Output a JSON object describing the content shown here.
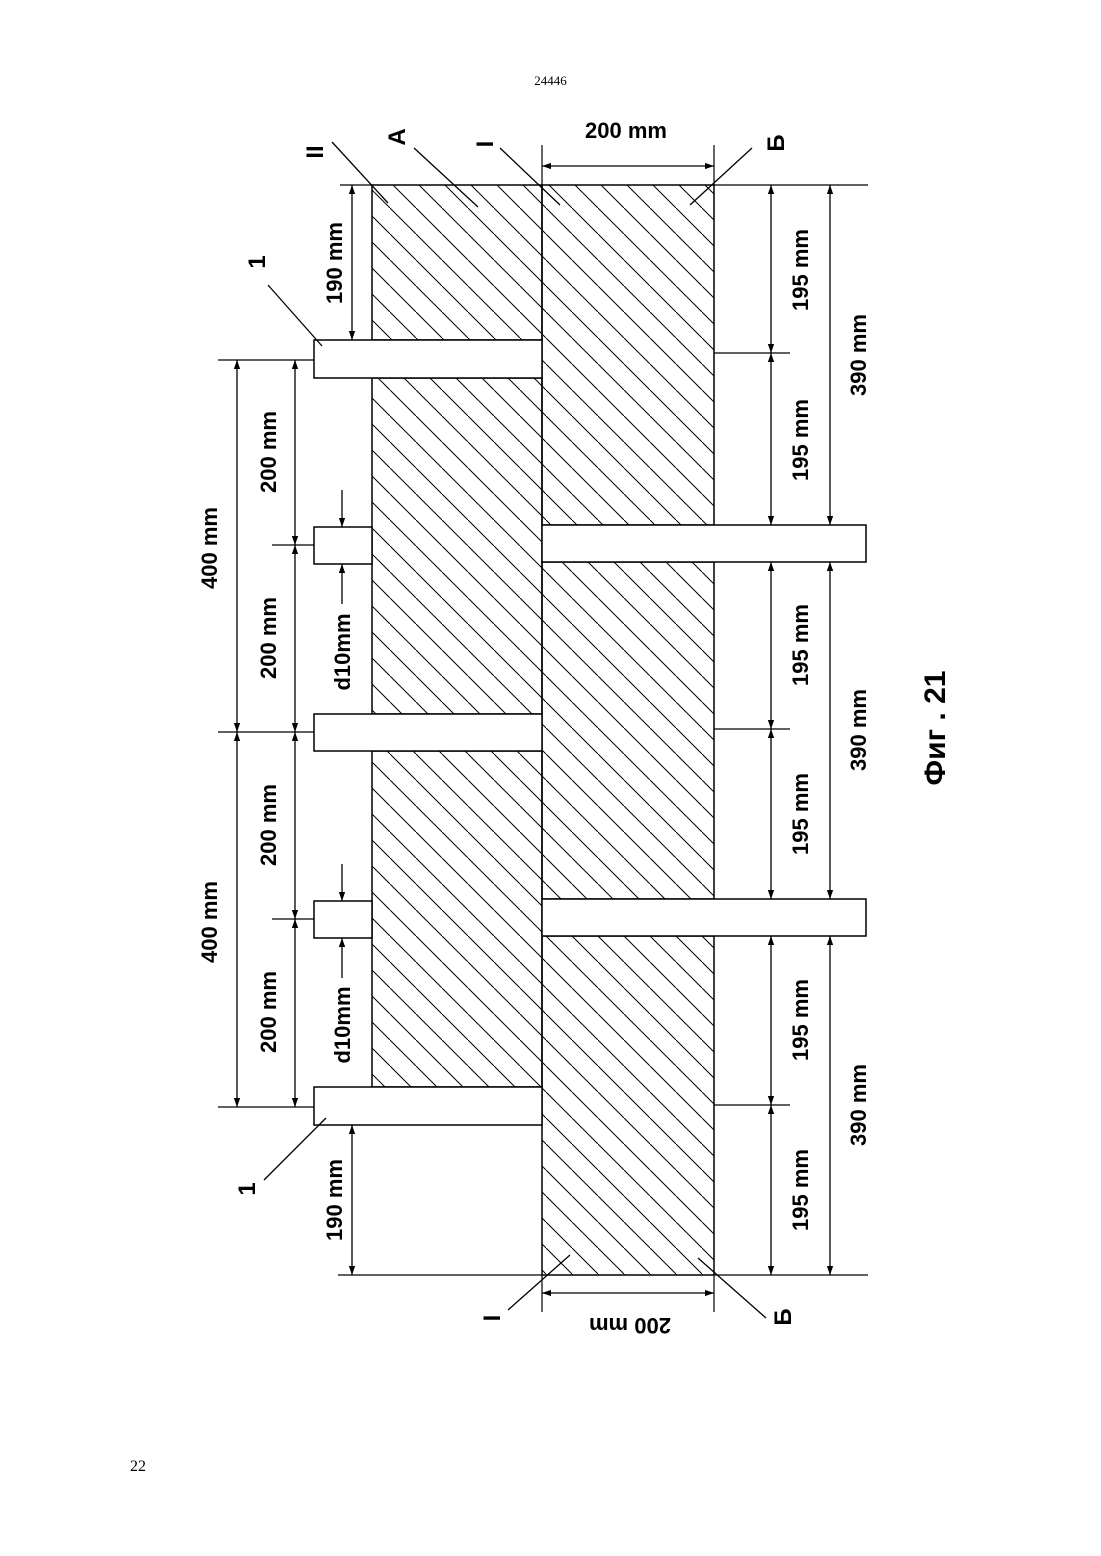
{
  "page": {
    "header_number": "24446",
    "page_number": "22"
  },
  "figure": {
    "caption": "Фиг . 21",
    "labels": {
      "section_I_top": "I",
      "section_I_bottom": "I",
      "section_II": "II",
      "block_A": "А",
      "block_B_top": "Б",
      "block_B_bottom": "Б",
      "tie_1_top": "1",
      "tie_1_bottom": "1"
    },
    "dimensions": {
      "width_top": "200 mm",
      "width_bottom": "200 mm",
      "left_end_top": "190 mm",
      "left_end_bottom": "190 mm",
      "left_spacing_a": "400 mm",
      "left_spacing_b": "400 mm",
      "left_half_1": "200 mm",
      "left_half_2": "200 mm",
      "left_half_3": "200 mm",
      "left_half_4": "200 mm",
      "tie_diam_1": "d10mm",
      "tie_diam_2": "d10mm",
      "right_half_1": "195 mm",
      "right_half_2": "195 mm",
      "right_half_3": "195 mm",
      "right_half_4": "195 mm",
      "right_half_5": "195 mm",
      "right_half_6": "195 mm",
      "right_block_1": "390 mm",
      "right_block_2": "390 mm",
      "right_block_3": "390 mm"
    }
  }
}
